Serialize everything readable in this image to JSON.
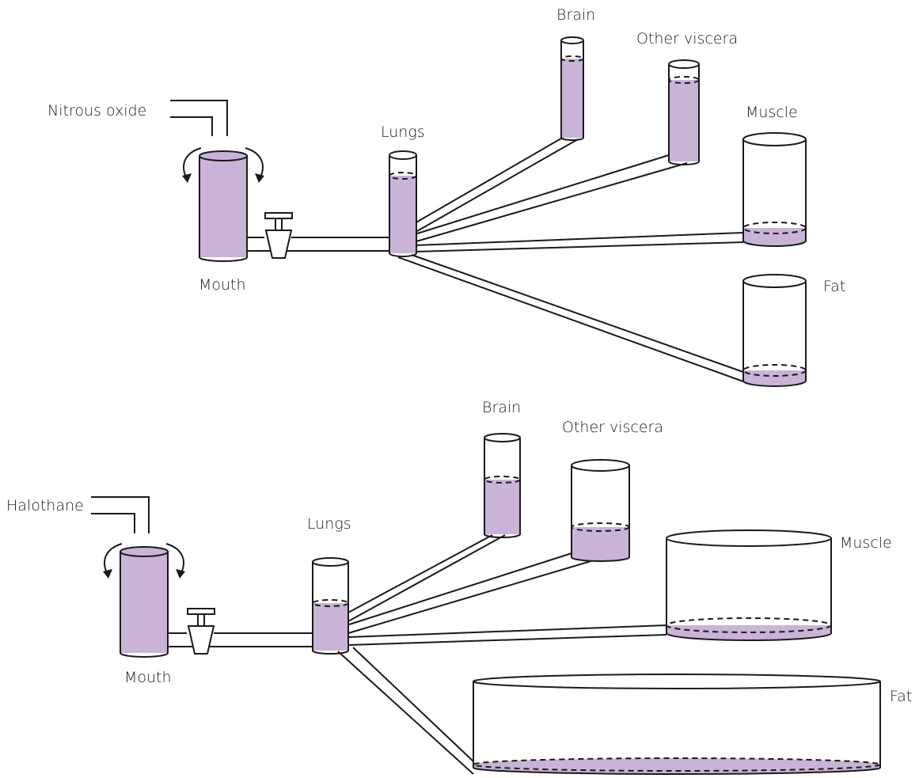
{
  "colors": {
    "fill": "#c9b3d6",
    "stroke": "#1a1a1a",
    "background": "#ffffff"
  },
  "panels": [
    {
      "gas": "Nitrous oxide",
      "mouth": "Mouth",
      "lungs": "Lungs",
      "compartments": [
        {
          "label": "Brain",
          "fill_level": 0.8
        },
        {
          "label": "Other viscera",
          "fill_level": 0.78
        },
        {
          "label": "Muscle",
          "fill_level": 0.1
        },
        {
          "label": "Fat",
          "fill_level": 0.08
        }
      ],
      "lungs_fill_level": 0.8
    },
    {
      "gas": "Halothane",
      "mouth": "Mouth",
      "lungs": "Lungs",
      "compartments": [
        {
          "label": "Brain",
          "fill_level": 0.62
        },
        {
          "label": "Other viscera",
          "fill_level": 0.33
        },
        {
          "label": "Muscle",
          "fill_level": 0.08
        },
        {
          "label": "Fat",
          "fill_level": 0.04
        }
      ],
      "lungs_fill_level": 0.55
    }
  ]
}
